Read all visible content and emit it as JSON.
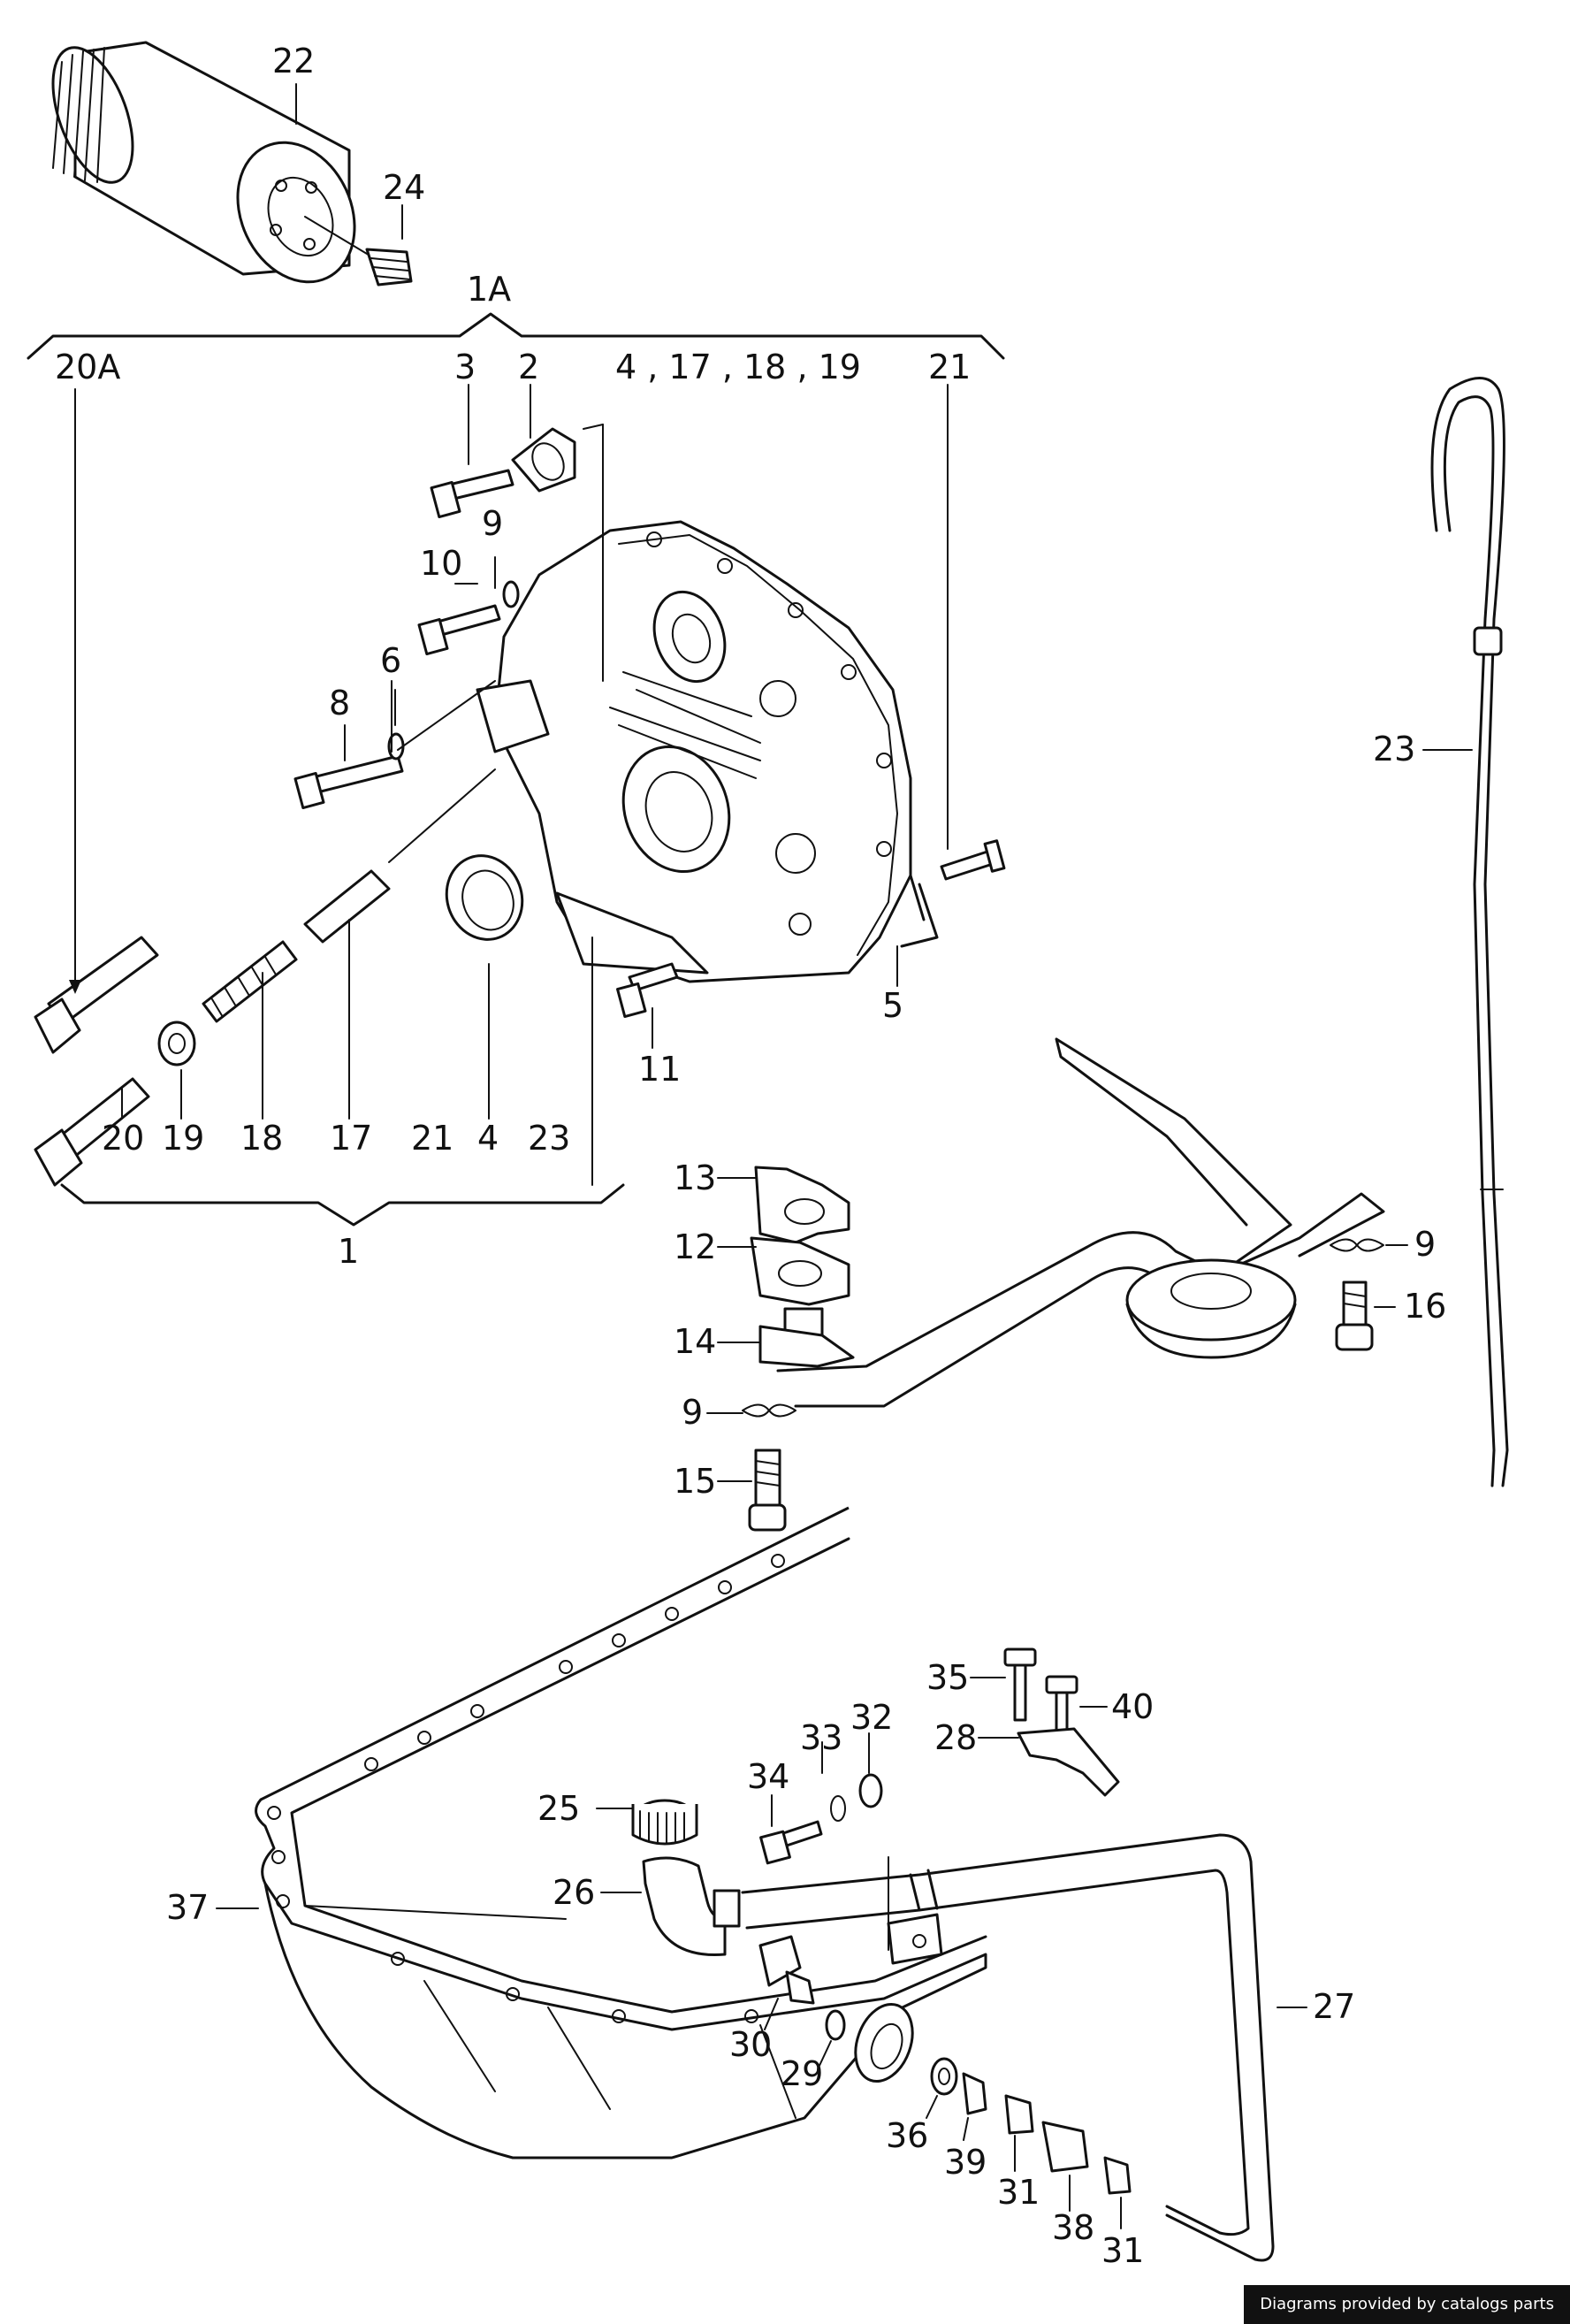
{
  "credit": "Diagrams provided by catalogs parts",
  "callouts": {
    "c22": "22",
    "c24": "24",
    "c1A": "1A",
    "c20A": "20A",
    "c3": "3",
    "c2": "2",
    "c4grp": "4 , 17 , 18 , 19",
    "c21top": "21",
    "c9a": "9",
    "c10": "10",
    "c6": "6",
    "c8": "8",
    "c5": "5",
    "c11": "11",
    "c20": "20",
    "c19": "19",
    "c18": "18",
    "c17": "17",
    "c21b": "21",
    "c4b": "4",
    "c23b": "23",
    "c1": "1",
    "c23d": "23",
    "c13": "13",
    "c12": "12",
    "c14": "14",
    "c9b": "9",
    "c15": "15",
    "c9c": "9",
    "c16": "16",
    "c35": "35",
    "c40": "40",
    "c28": "28",
    "c33": "33",
    "c32": "32",
    "c34": "34",
    "c25": "25",
    "c26": "26",
    "c37": "37",
    "c30": "30",
    "c29": "29",
    "c27": "27",
    "c36": "36",
    "c39": "39",
    "c31a": "31",
    "c38": "38",
    "c31b": "31"
  }
}
